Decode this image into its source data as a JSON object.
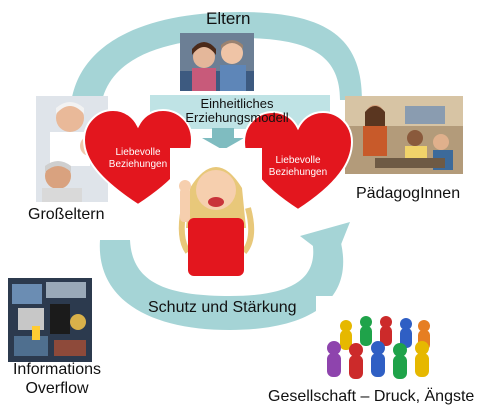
{
  "diagram": {
    "labels": {
      "top": "Eltern",
      "banner_line1": "Einheitliches",
      "banner_line2": "Erziehungsmodell",
      "heart_left_line1": "Liebevolle",
      "heart_left_line2": "Beziehungen",
      "heart_right_line1": "Liebevolle",
      "heart_right_line2": "Beziehungen",
      "left": "Großeltern",
      "right": "PädagogInnen",
      "bottom_arc": "Schutz und Stärkung",
      "bottom_left_line1": "Informations",
      "bottom_left_line2": "Overflow",
      "bottom_right": "Gesellschaft – Druck, Ängste"
    },
    "colors": {
      "arc": "#a5d4d6",
      "arc_dark": "#7fbcc0",
      "heart": "#e3161e",
      "heart_stroke": "#ffffff",
      "banner": "#bfe3e5"
    },
    "photos": [
      "parents-photo",
      "grandparents-photo",
      "teachers-photo",
      "child-photo",
      "information-overflow-photo",
      "society-figures-photo"
    ]
  }
}
